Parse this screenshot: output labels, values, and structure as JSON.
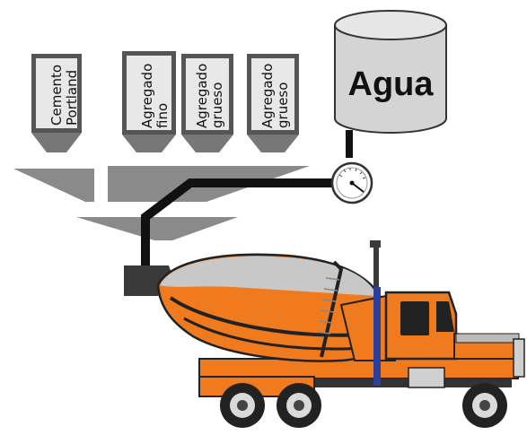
{
  "silos": [
    {
      "lines": [
        "Cemento",
        "Portland"
      ]
    },
    {
      "lines": [
        "Agregado",
        "fino"
      ]
    },
    {
      "lines": [
        "Agregado",
        "grueso"
      ]
    },
    {
      "lines": [
        "Agregado",
        "grueso"
      ]
    }
  ],
  "tank": {
    "label": "Agua"
  },
  "colors": {
    "silo_fill": "#e8e8e8",
    "silo_border": "#555555",
    "funnel": "#888888",
    "pipe": "#111111",
    "truck_orange": "#f07a1e",
    "drum_grey": "#c8c8c8",
    "tank_fill": "#d4d4d4",
    "chrome_blue": "#2b3f9a"
  },
  "icons": [
    "water-tank-icon",
    "flow-gauge-icon",
    "mixer-truck-icon"
  ]
}
